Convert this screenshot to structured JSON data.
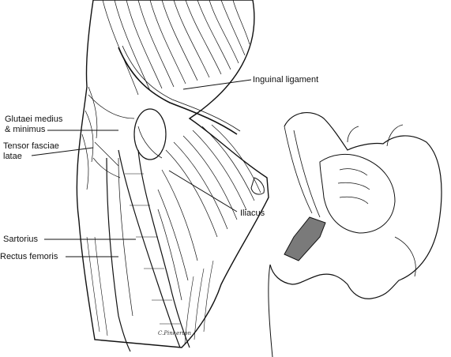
{
  "labels": {
    "inguinal_ligament": "Inguinal ligament",
    "glutaei_line1": "Glutaei medius",
    "glutaei_line2": "& minimus",
    "tensor_line1": "Tensor fasciae",
    "tensor_line2": "latae",
    "iliacus": "Iliacus",
    "sartorius": "Sartorius",
    "rectus_femoris": "Rectus femoris"
  },
  "signature": "C.Pinkerton",
  "colors": {
    "ink": "#111111",
    "highlight": "#7a7a7a",
    "background": "#ffffff"
  }
}
